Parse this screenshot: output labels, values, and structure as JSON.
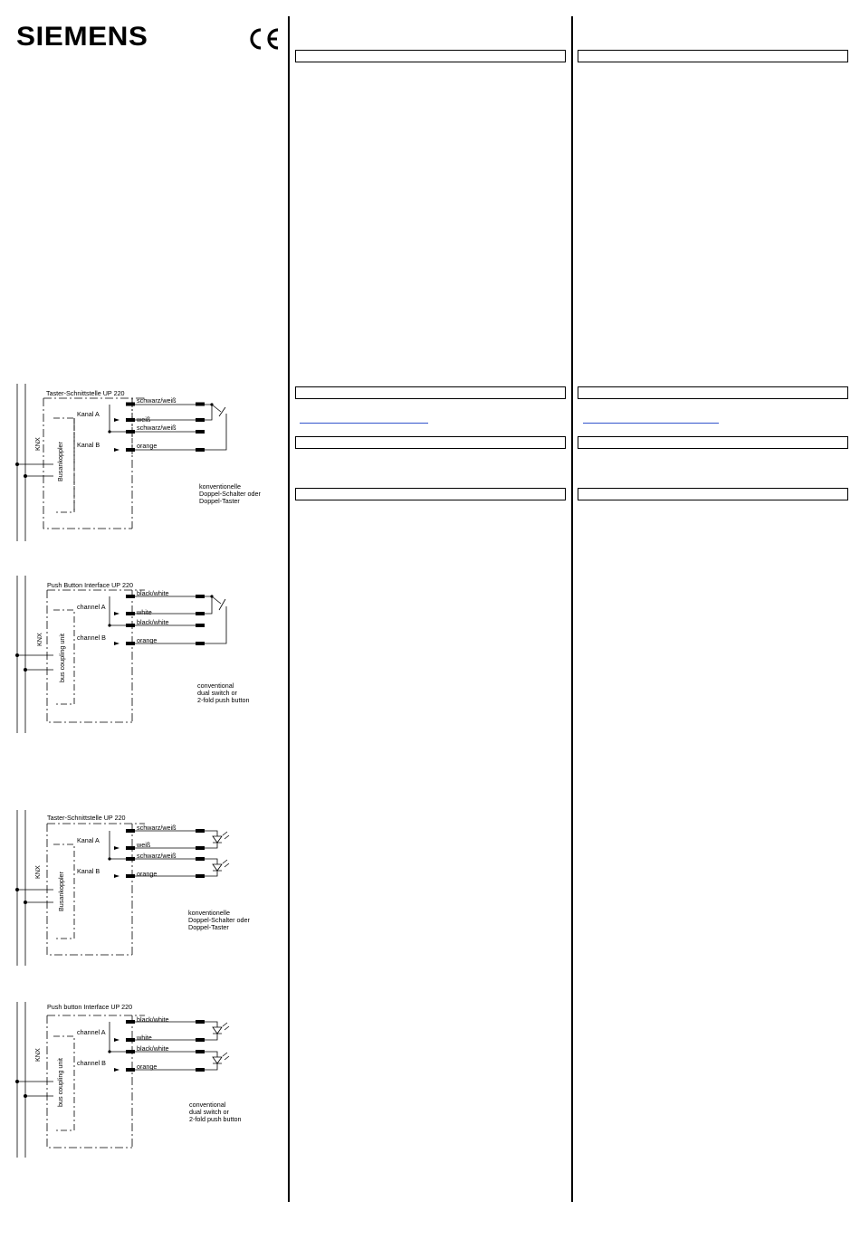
{
  "header": {
    "brand": "SIEMENS",
    "ce_mark": "CE"
  },
  "diagrams": [
    {
      "title": "Taster-Schnittstelle UP 220",
      "bus_label": "KNX",
      "coupler_label": "Busankoppler",
      "channel_a": "Kanal A",
      "channel_b": "Kanal B",
      "wire1": "schwarz/weiß",
      "wire2": "weiß",
      "wire3": "schwarz/weiß",
      "wire4": "orange",
      "caption": [
        "konventionelle",
        "Doppel-Schalter oder",
        "Doppel-Taster"
      ]
    },
    {
      "title": "Push Button Interface UP 220",
      "bus_label": "KNX",
      "coupler_label": "bus coupling unit",
      "channel_a": "channel A",
      "channel_b": "channel B",
      "wire1": "black/white",
      "wire2": "white",
      "wire3": "black/white",
      "wire4": "orange",
      "caption": [
        "conventional",
        "dual switch or",
        "2-fold push button"
      ]
    },
    {
      "title": "Taster-Schnittstelle UP 220",
      "bus_label": "KNX",
      "coupler_label": "Busankoppler",
      "channel_a": "Kanal A",
      "channel_b": "Kanal B",
      "wire1": "schwarz/weiß",
      "wire2": "weiß",
      "wire3": "schwarz/weiß",
      "wire4": "orange",
      "caption": [
        "konventionelle",
        "Doppel-Schalter oder",
        "Doppel-Taster"
      ]
    },
    {
      "title": "Push button Interface UP 220",
      "bus_label": "KNX",
      "coupler_label": "bus coupling unit",
      "channel_a": "channel A",
      "channel_b": "channel B",
      "wire1": "black/white",
      "wire2": "white",
      "wire3": "black/white",
      "wire4": "orange",
      "caption": [
        "conventional",
        "dual switch or",
        "2-fold push button"
      ]
    }
  ]
}
